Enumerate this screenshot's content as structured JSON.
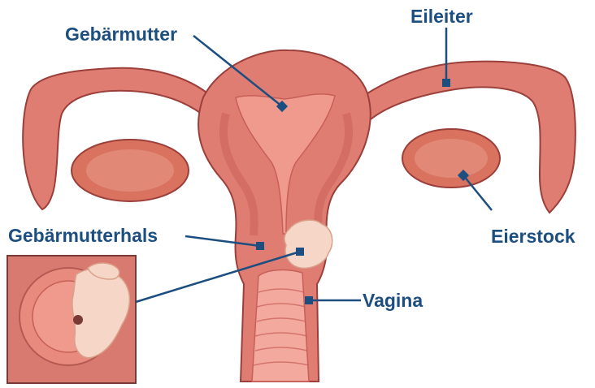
{
  "colors": {
    "label": "#1c4e80",
    "tissue": "#e07d73",
    "tissue_dark": "#c75f58",
    "tissue_light": "#f09a8e",
    "outline": "#9b3f3b",
    "tumor": "#f6d6c6",
    "inset_background": "#d97a70",
    "inset_frame": "#7a3a36"
  },
  "labels": {
    "uterus": "Gebärmutter",
    "fallopian_tube": "Eileiter",
    "cervix": "Gebärmutterhals",
    "ovary": "Eierstock",
    "vagina": "Vagina"
  },
  "icons": {
    "marker": "square-marker-icon",
    "tumor": "tumor-growth-icon"
  }
}
